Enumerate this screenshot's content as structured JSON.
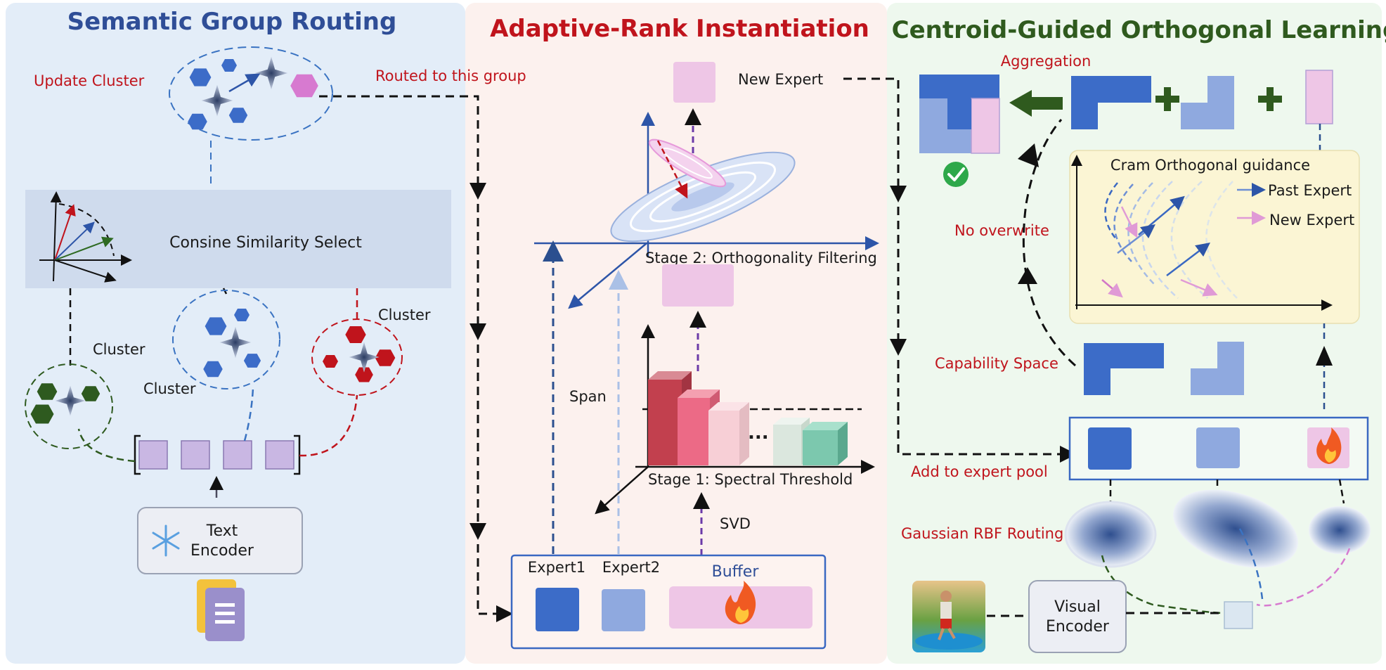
{
  "panels": {
    "left_title": "Semantic Group Routing",
    "mid_title": "Adaptive-Rank Instantiation",
    "right_title": "Centroid-Guided Orthogonal Learning"
  },
  "left": {
    "update_cluster": "Update Cluster",
    "routed": "Routed to this group",
    "cosine_select": "Consine Similarity Select",
    "cluster_a": "Cluster",
    "cluster_b": "Cluster",
    "cluster_c": "Cluster",
    "text_encoder_line1": "Text",
    "text_encoder_line2": "Encoder"
  },
  "mid": {
    "new_expert": "New Expert",
    "stage2": "Stage 2: Orthogonality Filtering",
    "span": "Span",
    "ellipsis": "...",
    "stage1": "Stage 1: Spectral Threshold",
    "svd": "SVD",
    "expert1": "Expert1",
    "expert2": "Expert2",
    "buffer": "Buffer"
  },
  "right": {
    "aggregation": "Aggregation",
    "guidance_title": "Cram Orthogonal guidance",
    "past_expert": "Past Expert",
    "new_expert": "New Expert",
    "no_overwrite": "No overwrite",
    "capability_space": "Capability Space",
    "add_pool": "Add to expert pool",
    "gaussian": "Gaussian RBF Routing",
    "visual_line1": "Visual",
    "visual_line2": "Encoder"
  },
  "colors": {
    "left_bg": "#e3edf8",
    "mid_bg": "#fcf1ee",
    "right_bg": "#eef8ee",
    "title_blue": "#2f4e97",
    "title_red": "#c0141c",
    "title_green": "#2f5a1e",
    "expert_blue": "#3c6cc8",
    "expert_light": "#8fa9df",
    "pink": "#eec6e6",
    "cluster_green": "#2e5a1f",
    "cluster_red": "#c0141c"
  }
}
